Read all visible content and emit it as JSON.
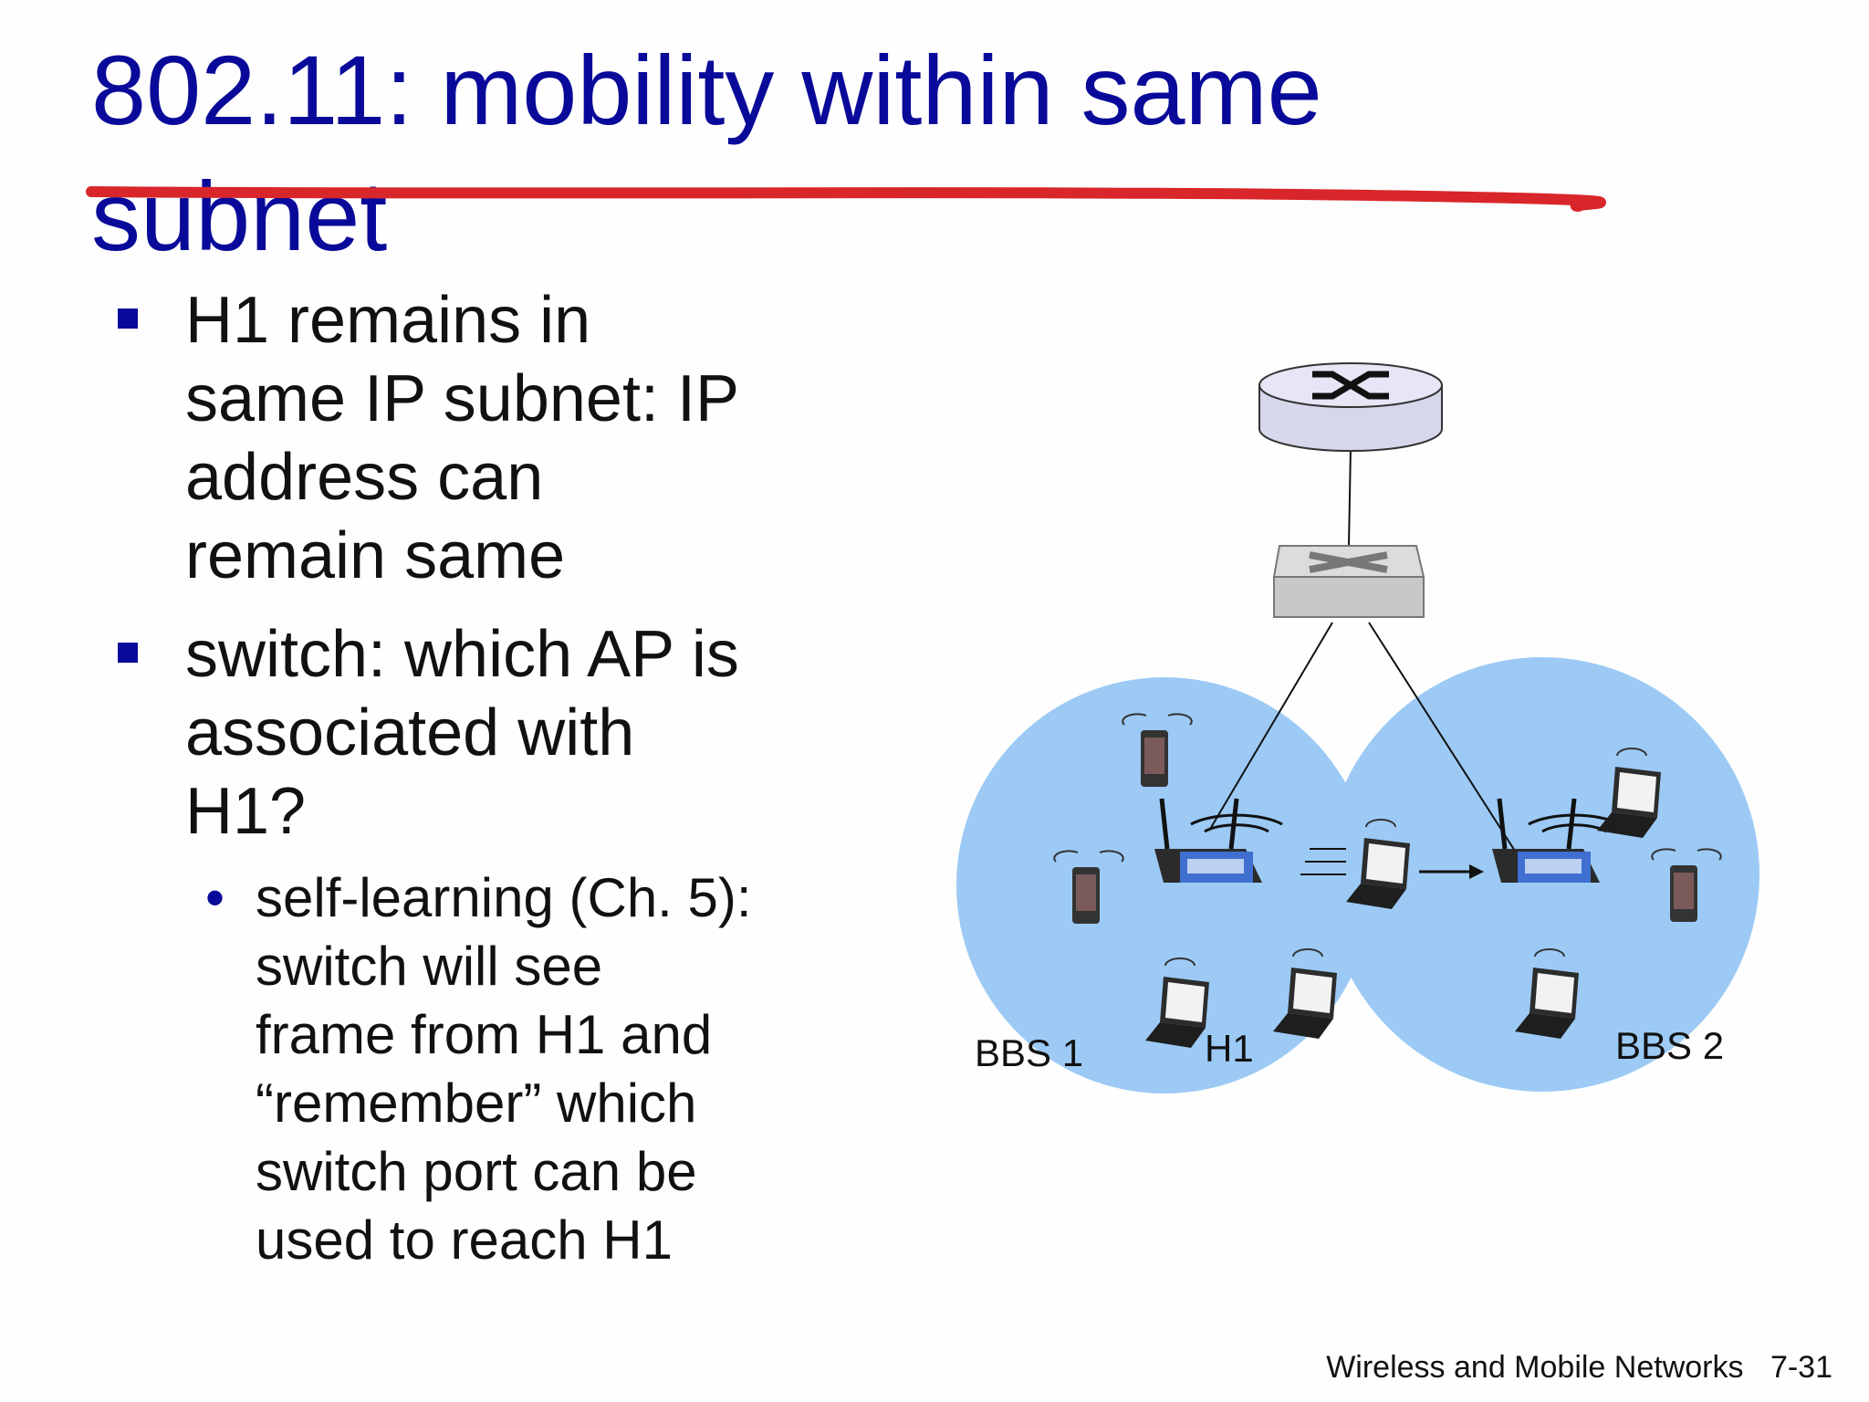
{
  "slide": {
    "title": "802.11: mobility within same subnet",
    "bullets": [
      {
        "lines": [
          "H1 remains in",
          "same IP subnet: IP",
          "address can",
          "remain same"
        ]
      },
      {
        "lines": [
          "switch: which AP is",
          "associated with",
          "H1?"
        ]
      }
    ],
    "sub_bullet": {
      "lines": [
        "self-learning (Ch. 5):",
        "switch will see",
        "frame from H1 and",
        "“remember” which",
        "switch port can be",
        "used to reach H1"
      ]
    },
    "sub_bullet_marker": "•",
    "diagram": {
      "labels": {
        "bbs1": "BBS 1",
        "bbs2": "BBS 2",
        "h1": "H1"
      },
      "colors": {
        "cell": "#9ccaf5",
        "title": "#0a0a9a",
        "annotation": "#d8262a"
      }
    },
    "footer": {
      "chapter": "Wireless and Mobile Networks",
      "page": "7-31"
    }
  }
}
